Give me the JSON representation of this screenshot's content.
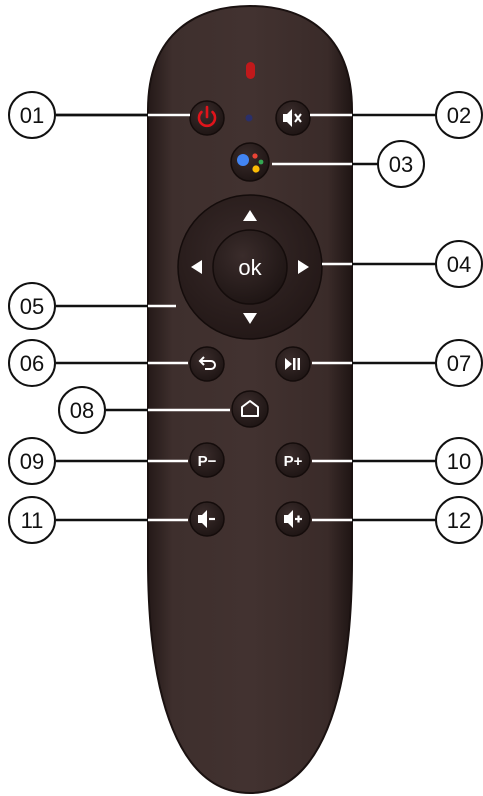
{
  "remote": {
    "ok_label": "ok",
    "buttons": {
      "power": {
        "icon": "power-icon",
        "color": "#e0141b"
      },
      "mute": {
        "icon": "mute-icon"
      },
      "assistant": {
        "icon": "google-assistant-icon",
        "colors": [
          "#4285f4",
          "#ea4335",
          "#fbbc05",
          "#34a853"
        ]
      },
      "back": {
        "icon": "back-arrow-icon"
      },
      "play_pause": {
        "icon": "play-pause-icon"
      },
      "home": {
        "icon": "home-icon"
      },
      "channel_down": {
        "label": "P−"
      },
      "channel_up": {
        "label": "P+"
      },
      "volume_down": {
        "icon": "volume-down-icon"
      },
      "volume_up": {
        "icon": "volume-up-icon"
      }
    },
    "body_color": "#3a2b2a",
    "button_color": "#2a1e1d"
  },
  "callouts": [
    "01",
    "02",
    "03",
    "04",
    "05",
    "06",
    "07",
    "08",
    "09",
    "10",
    "11",
    "12"
  ]
}
